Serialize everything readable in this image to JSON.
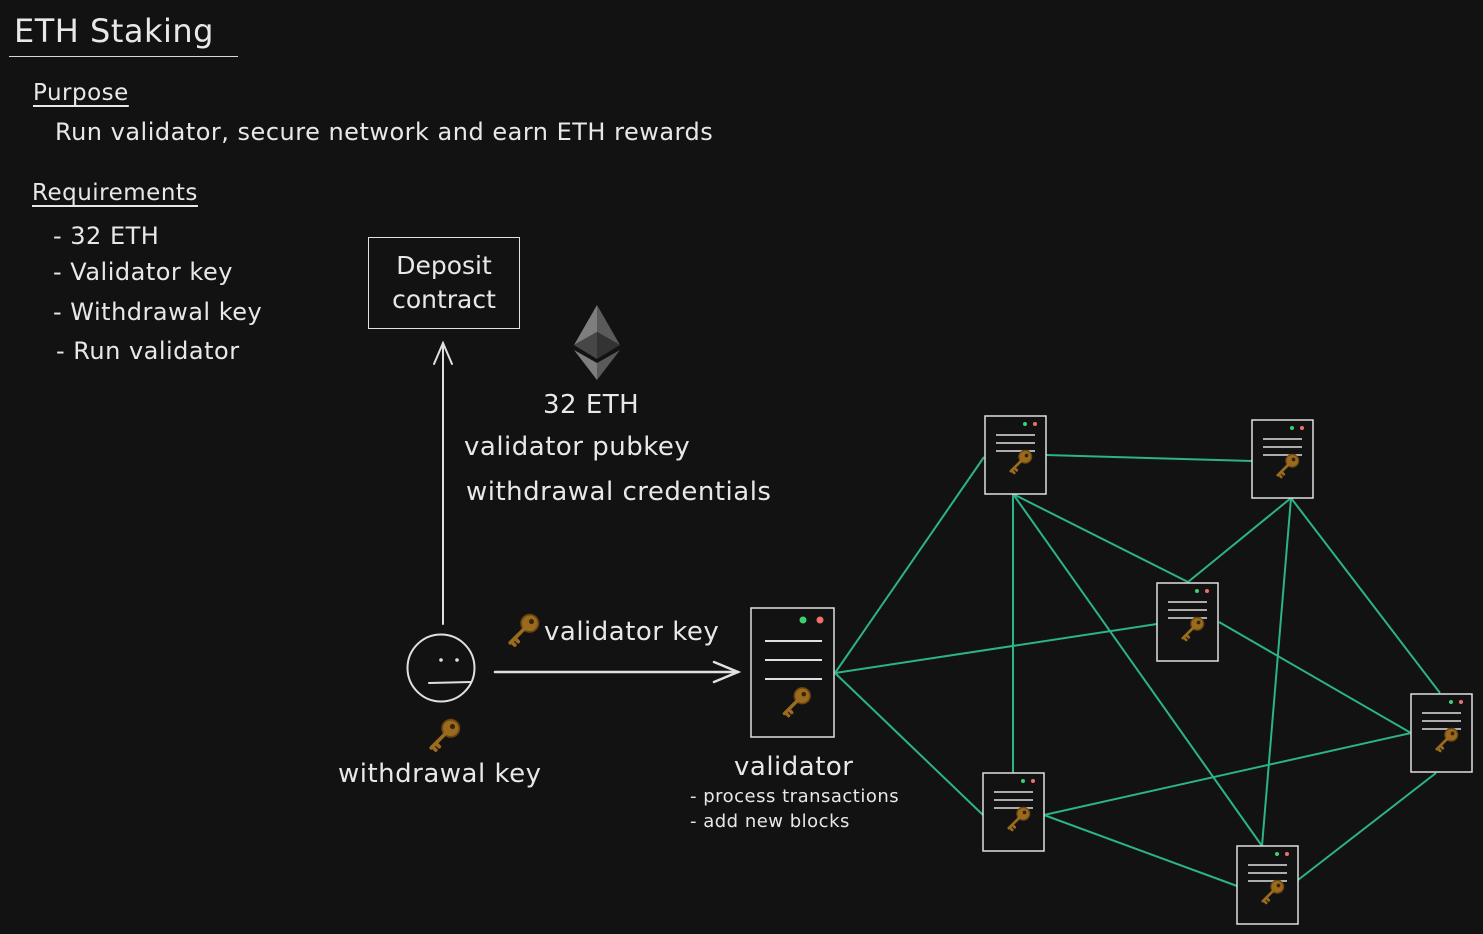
{
  "title": "ETH Staking",
  "purpose": {
    "heading": "Purpose",
    "text": "Run validator, secure network and earn ETH rewards"
  },
  "requirements": {
    "heading": "Requirements",
    "items": [
      "- 32 ETH",
      "- Validator key",
      "- Withdrawal key",
      "- Run validator"
    ]
  },
  "deposit_contract": {
    "line1": "Deposit",
    "line2": "contract"
  },
  "deposit_payload": {
    "amount": "32 ETH",
    "pubkey": "validator pubkey",
    "credentials": "withdrawal credentials"
  },
  "arrow_label": "validator key",
  "withdrawal_label": "withdrawal key",
  "validator": {
    "label": "validator",
    "duties": [
      "- process transactions",
      "- add new blocks"
    ]
  },
  "icons": {
    "key": "key-icon",
    "eth": "ethereum-logo-icon",
    "server": "server-icon",
    "person": "neutral-face-icon"
  },
  "colors": {
    "background": "#121212",
    "foreground": "#e8e8e8",
    "network_link": "#2bb38a",
    "key": "#9a6a1e",
    "led_green": "#3ccf6e",
    "led_red": "#ef6f6f"
  }
}
